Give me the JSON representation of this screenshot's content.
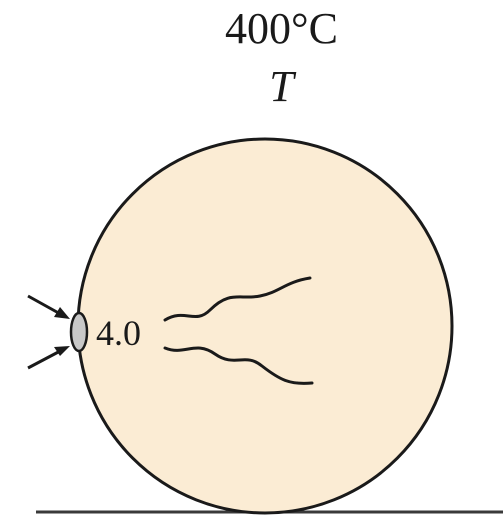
{
  "diagram": {
    "temperature_label": "400°C",
    "variable_label": "T",
    "spot_value_label": "4.0"
  },
  "colors": {
    "sphere_fill": "#fbecd4",
    "stroke": "#1a1a1a",
    "spot_fill": "#c8c8c8",
    "ground": "#3a3a3a"
  }
}
